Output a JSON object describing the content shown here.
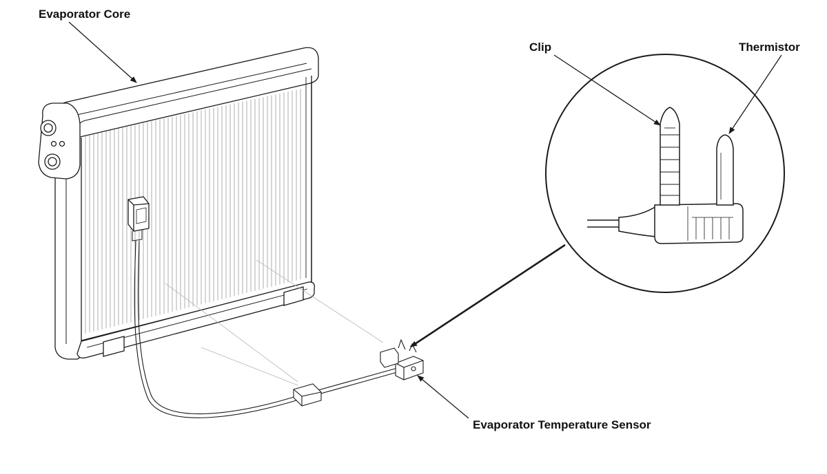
{
  "labels": {
    "evaporator_core": "Evaporator Core",
    "clip": "Clip",
    "thermistor": "Thermistor",
    "sensor": "Evaporator Temperature Sensor"
  },
  "colors": {
    "line": "#1a1a1a",
    "fin": "#9a9a9a",
    "guide": "#b5b5b5",
    "background": "#ffffff"
  }
}
